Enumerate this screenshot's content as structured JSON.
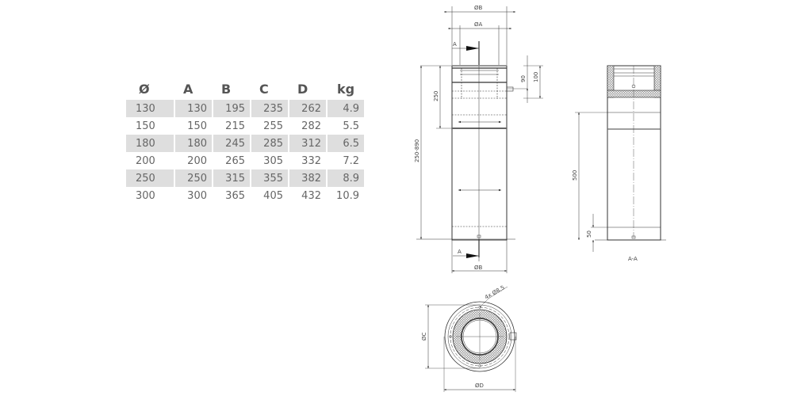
{
  "table": {
    "headers": [
      "Ø",
      "A",
      "B",
      "C",
      "D",
      "kg"
    ],
    "rows": [
      [
        "130",
        "130",
        "195",
        "235",
        "262",
        "4.9"
      ],
      [
        "150",
        "150",
        "215",
        "255",
        "282",
        "5.5"
      ],
      [
        "180",
        "180",
        "245",
        "285",
        "312",
        "6.5"
      ],
      [
        "200",
        "200",
        "265",
        "305",
        "332",
        "7.2"
      ],
      [
        "250",
        "250",
        "315",
        "355",
        "382",
        "8.9"
      ],
      [
        "300",
        "300",
        "365",
        "405",
        "432",
        "10.9"
      ]
    ]
  },
  "front_view": {
    "dim_outer": "ØB",
    "dim_inner": "ØA",
    "section_marker": "A",
    "dim_250": "250",
    "dim_total": "250-890",
    "dim_90": "90",
    "dim_100": "100",
    "dim_bottom": "ØB",
    "section_marker_bottom": "A"
  },
  "section_view": {
    "dim_500": "500",
    "dim_50": "50",
    "label": "A-A"
  },
  "top_view": {
    "holes": "4x Ø8,5",
    "dim_c": "ØC",
    "dim_d": "ØD"
  }
}
